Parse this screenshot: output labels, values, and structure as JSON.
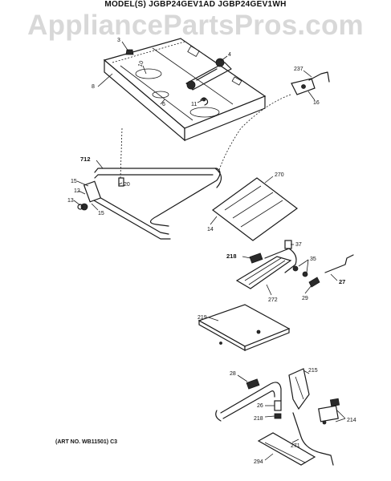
{
  "header": {
    "models": "MODEL(S) JGBP24GEV1AD  JGBP24GEV1WH"
  },
  "watermark": {
    "text": "AppliancePartsPros.com"
  },
  "callouts": {
    "c3": "3",
    "c4": "4",
    "c6": "6",
    "c8": "8",
    "c10": "10",
    "c11": "11",
    "c237": "237",
    "c16": "16",
    "c712": "712",
    "c15a": "15",
    "c20": "20",
    "c12": "12",
    "c13": "13",
    "c15b": "15",
    "c14": "14",
    "c270": "270",
    "c37": "37",
    "c218a": "218",
    "c35": "35",
    "c27": "27",
    "c272": "272",
    "c29": "29",
    "c219": "219",
    "c28": "28",
    "c215": "215",
    "c26": "26",
    "c218b": "218",
    "c214": "214",
    "c271": "271",
    "c294": "294"
  },
  "footer": {
    "art_no": "(ART NO. WB11501) C3"
  }
}
